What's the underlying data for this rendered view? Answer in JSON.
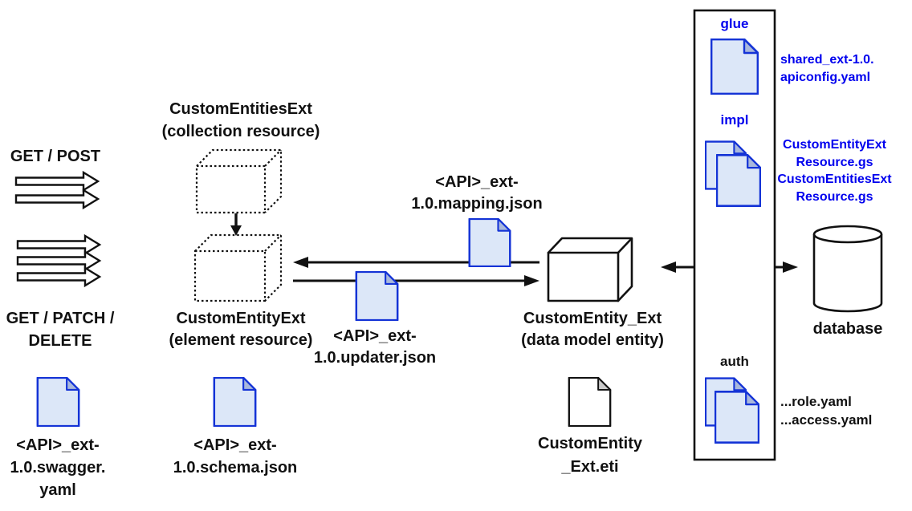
{
  "colors": {
    "accent_blue_text": "#0000ee",
    "doc_border_blue": "#1433d6",
    "doc_fill_blue": "#dce7f8",
    "doc_fold_blue": "#a9b8dc",
    "line_black": "#111111"
  },
  "http": {
    "get_post": "GET / POST",
    "get_patch_delete": "GET / PATCH / DELETE"
  },
  "resources": {
    "collection": {
      "title": "CustomEntitiesExt",
      "subtitle": "(collection resource)"
    },
    "element": {
      "title": "CustomEntityExt",
      "subtitle": "(element resource)"
    },
    "data_model": {
      "title": "CustomEntity_Ext",
      "subtitle": "(data model entity)"
    }
  },
  "files": {
    "swagger": {
      "icon": "document-icon",
      "lines": [
        "<API>_ext-",
        "1.0.swagger.",
        "yaml"
      ]
    },
    "schema": {
      "icon": "document-icon",
      "lines": [
        "<API>_ext-",
        "1.0.schema.json"
      ]
    },
    "updater": {
      "icon": "document-icon",
      "lines": [
        "<API>_ext-",
        "1.0.updater.json"
      ]
    },
    "mapping": {
      "icon": "document-icon",
      "lines": [
        "<API>_ext-",
        "1.0.mapping.json"
      ]
    },
    "eti": {
      "icon": "document-outline-icon",
      "lines": [
        "CustomEntity",
        "_Ext.eti"
      ]
    }
  },
  "panel": {
    "glue": {
      "label": "glue",
      "files": [
        "shared_ext-1.0.",
        "apiconfig.yaml"
      ]
    },
    "impl": {
      "label": "impl",
      "files": [
        "CustomEntityExt",
        "Resource.gs",
        "CustomEntitiesExt",
        "Resource.gs"
      ]
    },
    "auth": {
      "label": "auth",
      "files": [
        "...role.yaml",
        "...access.yaml"
      ]
    }
  },
  "database": {
    "label": "database",
    "icon": "database-cylinder-icon"
  }
}
